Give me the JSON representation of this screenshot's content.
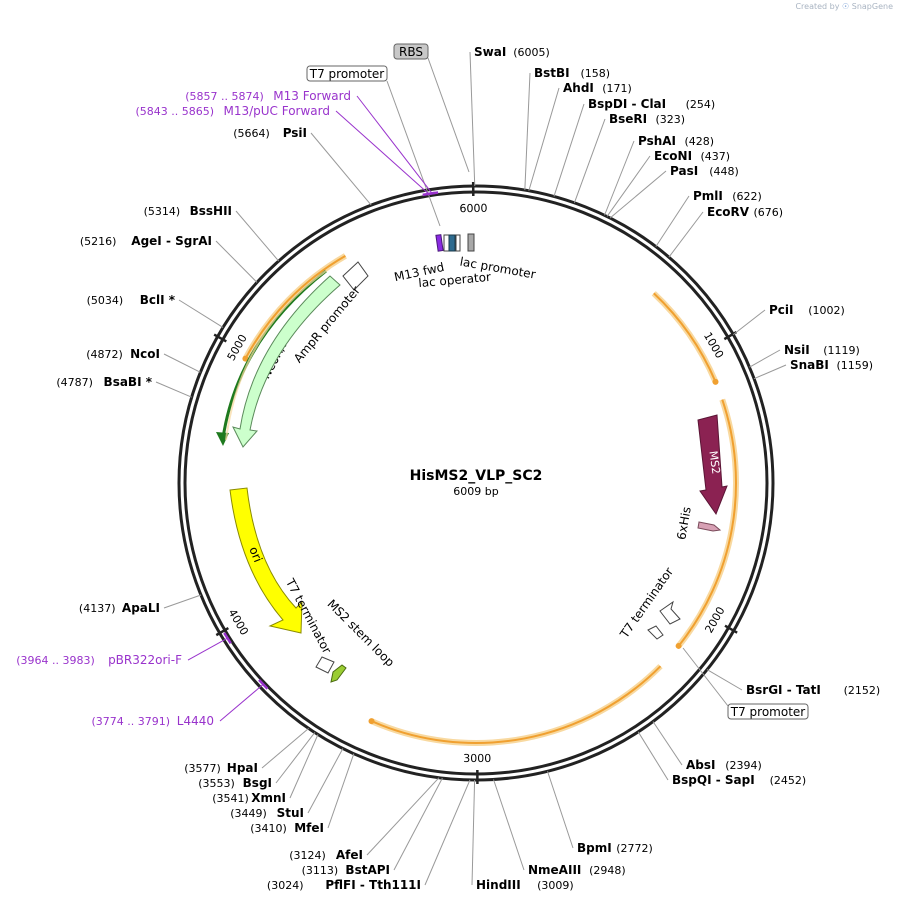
{
  "watermark": {
    "prefix": "Created by",
    "brand": "SnapGene"
  },
  "plasmid": {
    "name": "HisMS2_VLP_SC2",
    "length_label": "6009 bp",
    "length": 6009
  },
  "ticks": [
    {
      "label": "1000",
      "pos": 1000
    },
    {
      "label": "2000",
      "pos": 2000
    },
    {
      "label": "3000",
      "pos": 3000
    },
    {
      "label": "4000",
      "pos": 4000
    },
    {
      "label": "5000",
      "pos": 5000
    },
    {
      "label": "6000",
      "pos": 6000
    }
  ],
  "enzymes": [
    {
      "name": "SwaI",
      "pos_label": "(6005)",
      "pos": 6005,
      "side": "right",
      "suffix": ""
    },
    {
      "name": "BstBI",
      "pos_label": "(158)",
      "pos": 158,
      "side": "right",
      "suffix": ""
    },
    {
      "name": "AhdI",
      "pos_label": "(171)",
      "pos": 171,
      "side": "right",
      "suffix": ""
    },
    {
      "name": "BspDI - ClaI",
      "pos_label": "(254)",
      "pos": 254,
      "side": "right",
      "suffix": ""
    },
    {
      "name": "BseRI",
      "pos_label": "(323)",
      "pos": 323,
      "side": "right",
      "suffix": ""
    },
    {
      "name": "PshAI",
      "pos_label": "(428)",
      "pos": 428,
      "side": "right",
      "suffix": ""
    },
    {
      "name": "EcoNI",
      "pos_label": "(437)",
      "pos": 437,
      "side": "right",
      "suffix": ""
    },
    {
      "name": "PasI",
      "pos_label": "(448)",
      "pos": 448,
      "side": "right",
      "suffix": ""
    },
    {
      "name": "PmlI",
      "pos_label": "(622)",
      "pos": 622,
      "side": "right",
      "suffix": ""
    },
    {
      "name": "EcoRV",
      "pos_label": "(676)",
      "pos": 676,
      "side": "right",
      "suffix": ""
    },
    {
      "name": "PciI",
      "pos_label": "(1002)",
      "pos": 1002,
      "side": "right",
      "suffix": ""
    },
    {
      "name": "NsiI",
      "pos_label": "(1119)",
      "pos": 1119,
      "side": "right",
      "suffix": ""
    },
    {
      "name": "SnaBI",
      "pos_label": "(1159)",
      "pos": 1159,
      "side": "right",
      "suffix": ""
    },
    {
      "name": "BsrGI - TatI",
      "pos_label": "(2152)",
      "pos": 2152,
      "side": "right",
      "suffix": ""
    },
    {
      "name": "AbsI",
      "pos_label": "(2394)",
      "pos": 2394,
      "side": "right",
      "suffix": ""
    },
    {
      "name": "BspQI - SapI",
      "pos_label": "(2452)",
      "pos": 2452,
      "side": "right",
      "suffix": ""
    },
    {
      "name": "BpmI",
      "pos_label": "(2772)",
      "pos": 2772,
      "side": "right",
      "suffix": ""
    },
    {
      "name": "NmeAIII",
      "pos_label": "(2948)",
      "pos": 2948,
      "side": "right",
      "suffix": ""
    },
    {
      "name": "HindIII",
      "pos_label": "(3009)",
      "pos": 3009,
      "side": "right",
      "suffix": ""
    },
    {
      "name": "PflFI - Tth111I",
      "pos_label": "(3024)",
      "pos": 3024,
      "side": "left",
      "suffix": ""
    },
    {
      "name": "BstAPI",
      "pos_label": "(3113)",
      "pos": 3113,
      "side": "left",
      "suffix": ""
    },
    {
      "name": "AfeI",
      "pos_label": "(3124)",
      "pos": 3124,
      "side": "left",
      "suffix": ""
    },
    {
      "name": "MfeI",
      "pos_label": "(3410)",
      "pos": 3410,
      "side": "left",
      "suffix": ""
    },
    {
      "name": "StuI",
      "pos_label": "(3449)",
      "pos": 3449,
      "side": "left",
      "suffix": ""
    },
    {
      "name": "XmnI",
      "pos_label": "(3541)",
      "pos": 3541,
      "side": "left",
      "suffix": ""
    },
    {
      "name": "BsgI",
      "pos_label": "(3553)",
      "pos": 3553,
      "side": "left",
      "suffix": ""
    },
    {
      "name": "HpaI",
      "pos_label": "(3577)",
      "pos": 3577,
      "side": "left",
      "suffix": ""
    },
    {
      "name": "ApaLI",
      "pos_label": "(4137)",
      "pos": 4137,
      "side": "left",
      "suffix": ""
    },
    {
      "name": "BsaBI",
      "pos_label": "(4787)",
      "pos": 4787,
      "side": "left",
      "suffix": " *"
    },
    {
      "name": "NcoI",
      "pos_label": "(4872)",
      "pos": 4872,
      "side": "left",
      "suffix": ""
    },
    {
      "name": "BclI",
      "pos_label": "(5034)",
      "pos": 5034,
      "side": "left",
      "suffix": " *"
    },
    {
      "name": "AgeI - SgrAI",
      "pos_label": "(5216)",
      "pos": 5216,
      "side": "left",
      "suffix": ""
    },
    {
      "name": "BssHII",
      "pos_label": "(5314)",
      "pos": 5314,
      "side": "left",
      "suffix": ""
    },
    {
      "name": "PsiI",
      "pos_label": "(5664)",
      "pos": 5664,
      "side": "left",
      "suffix": ""
    }
  ],
  "primers": [
    {
      "name": "M13 Forward",
      "range": "(5857 .. 5874)",
      "pos": 5865
    },
    {
      "name": "M13/pUC Forward",
      "range": "(5843 .. 5865)",
      "pos": 5854
    },
    {
      "name": "pBR322ori-F",
      "range": "(3964 .. 3983)",
      "pos": 3973
    },
    {
      "name": "L4440",
      "range": "(3774 .. 3791)",
      "pos": 3782
    }
  ],
  "features": [
    {
      "name": "MS2",
      "color": "#8b2252"
    },
    {
      "name": "6xHis",
      "color": "#d7a0b4"
    },
    {
      "name": "T7 terminator",
      "color": "#ffffff"
    },
    {
      "name": "ori",
      "color": "#ffff00"
    },
    {
      "name": "T7 terminator",
      "color": "#ffffff"
    },
    {
      "name": "MS2 stem loop",
      "color": "#9acd32"
    },
    {
      "name": "NeoR/KanR",
      "color": "#1e7a1e"
    },
    {
      "name": "AmpR promoter",
      "color": "#ccffcc"
    },
    {
      "name": "M13 fwd",
      "color": "#8a2be2"
    },
    {
      "name": "lac promoter",
      "color": "#ffffff"
    },
    {
      "name": "lac operator",
      "color": "#2e6b8f"
    }
  ],
  "boxed_labels": [
    {
      "name": "RBS",
      "fill": "#c8c8c8"
    },
    {
      "name": "T7 promoter",
      "fill": "#ffffff"
    },
    {
      "name": "T7 promoter",
      "fill": "#ffffff"
    }
  ],
  "colors": {
    "primer": "#9933cc",
    "orf_outline": "#f0a030",
    "orf_glow": "#f8d9a0"
  }
}
